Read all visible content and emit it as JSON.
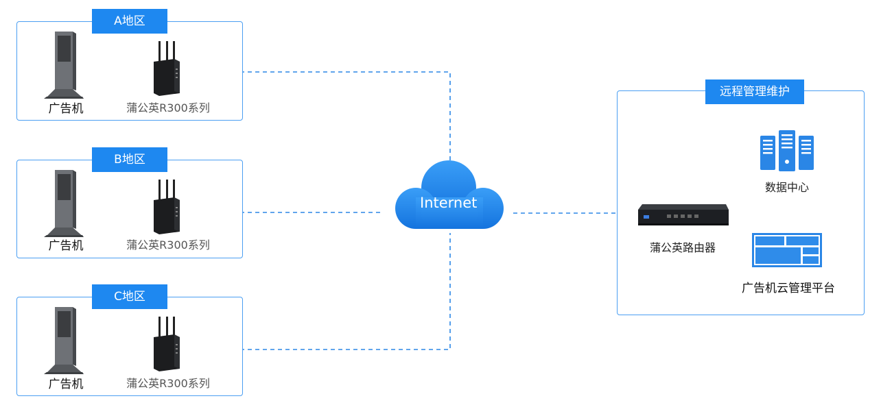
{
  "regions": [
    {
      "tag": "A地区",
      "kiosk_label": "广告机",
      "router_label": "蒲公英R300系列"
    },
    {
      "tag": "B地区",
      "kiosk_label": "广告机",
      "router_label": "蒲公英R300系列"
    },
    {
      "tag": "C地区",
      "kiosk_label": "广告机",
      "router_label": "蒲公英R300系列"
    }
  ],
  "internet": {
    "label": "Internet"
  },
  "remote": {
    "tag": "远程管理维护",
    "router_label": "蒲公英路由器",
    "datacenter_label": "数据中心",
    "platform_label": "广告机云管理平台"
  },
  "colors": {
    "accent": "#1e88f0",
    "border": "#4a9ef2",
    "link": "#2a86e6"
  }
}
